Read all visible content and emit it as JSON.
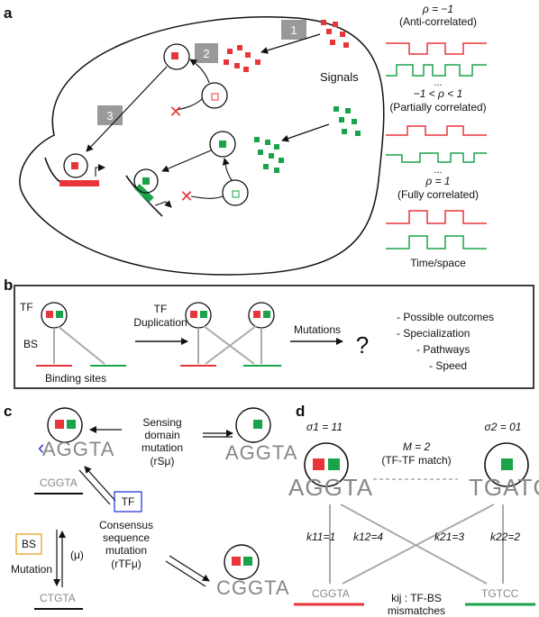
{
  "panel_a": {
    "letter": "a",
    "step_badges": [
      "1",
      "2",
      "3"
    ],
    "signals_label": "Signals",
    "correlation": {
      "anti": {
        "rho": "ρ = −1",
        "desc": "(Anti-correlated)"
      },
      "partial": {
        "dots": "...",
        "rho": "−1 < ρ < 1",
        "desc": "(Partially correlated)"
      },
      "full": {
        "dots": "...",
        "rho": "ρ = 1",
        "desc": "(Fully correlated)"
      }
    },
    "time_space_label": "Time/space",
    "colors": {
      "red": "#e8353a",
      "green": "#1aa34a",
      "badge": "#999999"
    }
  },
  "panel_b": {
    "letter": "b",
    "tf_label": "TF",
    "bs_label": "BS",
    "binding_sites_label": "Binding sites",
    "duplication_label_1": "TF",
    "duplication_label_2": "Duplication",
    "mutations_label": "Mutations",
    "question_mark": "?",
    "outcomes": [
      "- Possible outcomes",
      "- Specialization",
      "- Pathways",
      "- Speed"
    ]
  },
  "panel_c": {
    "letter": "c",
    "sensing_lines": [
      "Sensing",
      "domain",
      "mutation"
    ],
    "sensing_rate": "(rSμ)",
    "seq_top_left": "AGGTA",
    "seq_top_right": "AGGTA",
    "seq_mid": "CGGTA",
    "tf_box": "TF",
    "consensus_lines": [
      "Consensus",
      "sequence",
      "mutation"
    ],
    "consensus_rate": "(rTFμ)",
    "bs_box": "BS",
    "mutation_label": "Mutation",
    "mu_label": "(μ)",
    "seq_bottom": "CTGTA",
    "seq_bottom_right": "CGGTA"
  },
  "panel_d": {
    "letter": "d",
    "sigma1": "σ1 = 11",
    "sigma2": "σ2 = 01",
    "m_label": "M = 2",
    "m_desc": "(TF-TF match)",
    "seq_left": "AGGTA",
    "seq_right": "TGATC",
    "k11": "k11=1",
    "k12": "k12=4",
    "k21": "k21=3",
    "k22": "k22=2",
    "bs_left": "CGGTA",
    "bs_right": "TGTCC",
    "kij_label": "kij : TF-BS",
    "mismatches": "mismatches"
  }
}
